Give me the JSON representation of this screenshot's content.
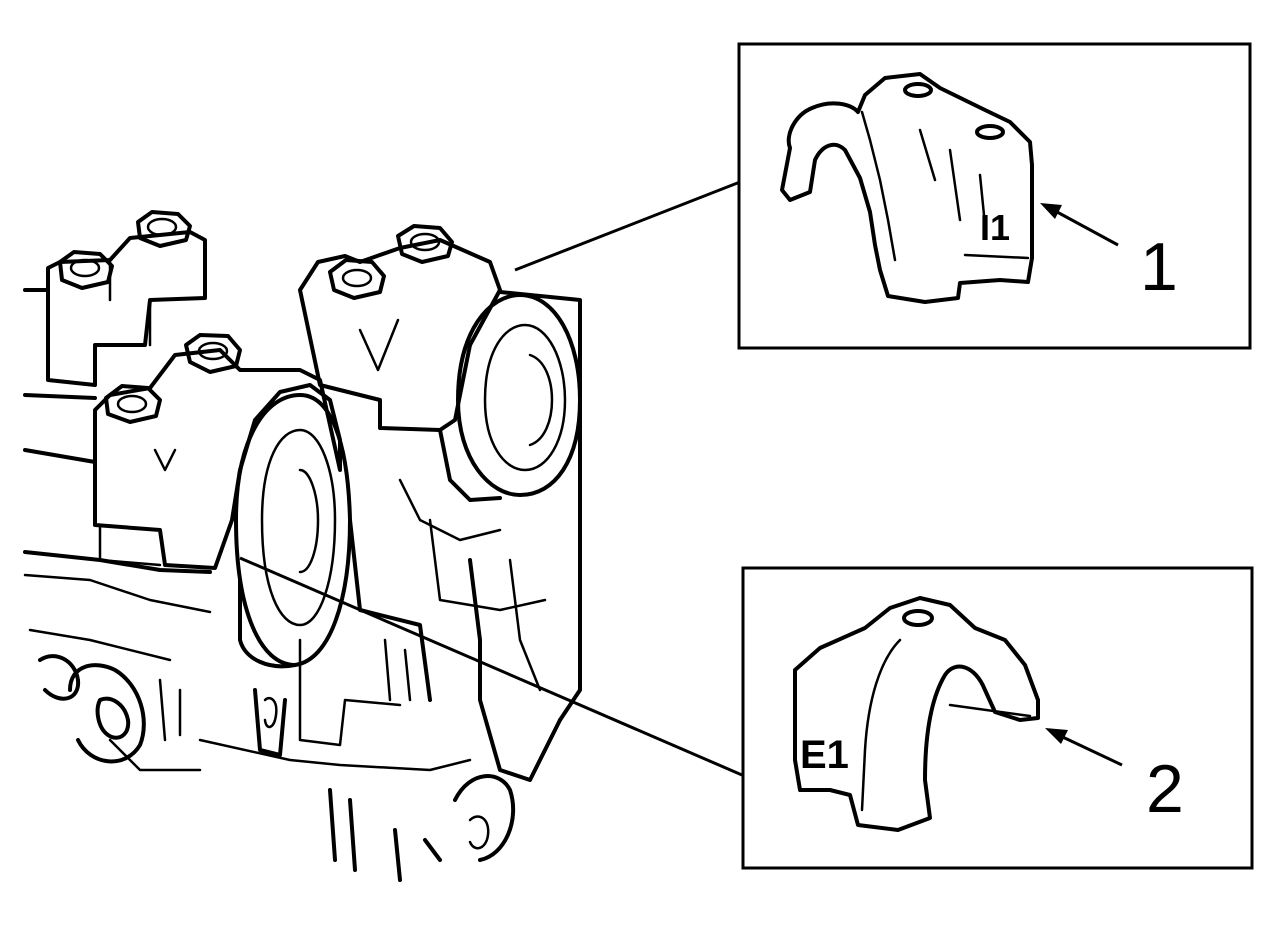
{
  "callouts": {
    "label_1": "1",
    "label_2": "2"
  },
  "part_markings": {
    "intake_cap": "I1",
    "exhaust_cap": "E1"
  },
  "colors": {
    "ink": "#000000",
    "background": "#ffffff"
  }
}
